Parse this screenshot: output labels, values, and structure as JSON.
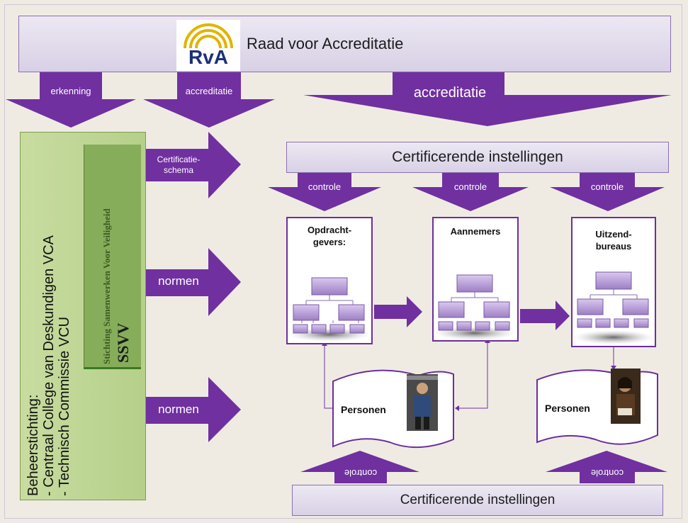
{
  "top": {
    "title": "Raad voor Accreditatie",
    "logo_text": "RvA"
  },
  "arrows": {
    "erkenning": "erkenning",
    "accreditatie_small": "accreditatie",
    "accreditatie_big": "accreditatie",
    "certificatie_schema": "Certificatie-\nschema",
    "normen_1": "normen",
    "normen_2": "normen",
    "controle_1": "controle",
    "controle_2": "controle",
    "controle_3": "controle",
    "controle_bottom_1": "controle",
    "controle_bottom_2": "controle"
  },
  "cert_top": "Certificerende instellingen",
  "cert_bottom": "Certificerende instellingen",
  "green": {
    "line1": "Beheerstichting:",
    "line2": "- Centraal College van Deskundigen VCA",
    "line3": "- Technisch Commissie VCU"
  },
  "ssvv": {
    "full": "Stichting Samenwerken Voor Veiligheid",
    "abbr": "SSVV"
  },
  "orgs": {
    "o1": "Opdracht-\ngevers:",
    "o2": "Aannemers",
    "o3": "Uitzend-\nbureaus"
  },
  "personen_1": "Personen",
  "personen_2": "Personen",
  "colors": {
    "arrow": "#7030a0",
    "green": "#b5d08a",
    "bar": "#ddd6ea"
  }
}
